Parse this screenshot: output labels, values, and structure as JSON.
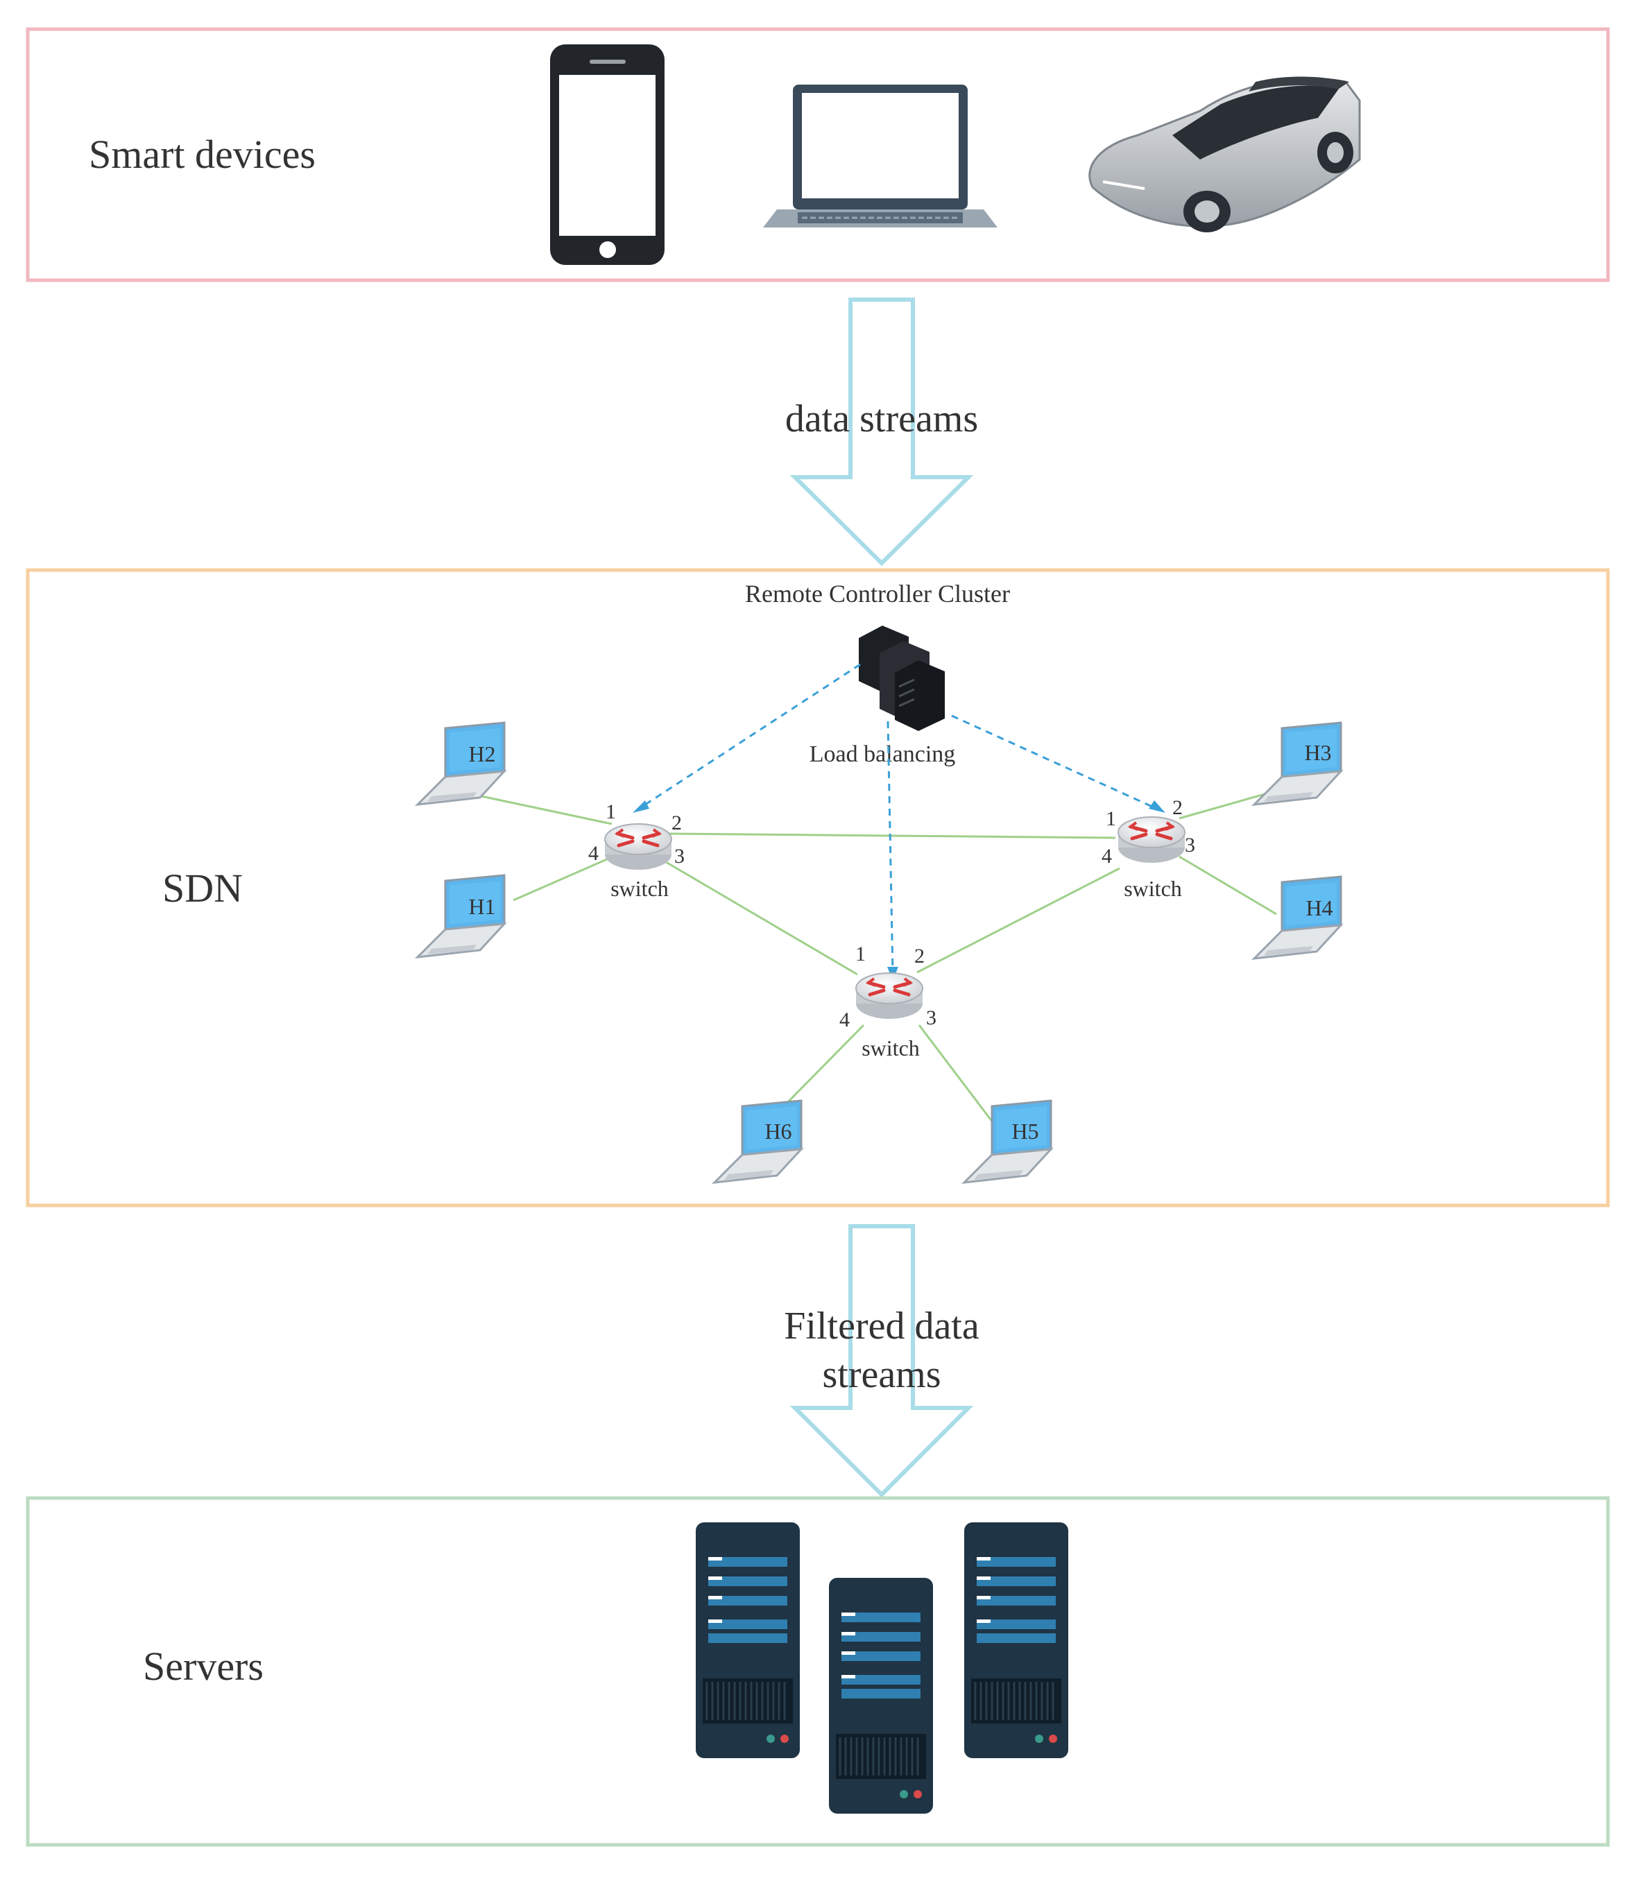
{
  "panels": {
    "smart_devices": {
      "label": "Smart devices",
      "border_color": "#f2b8c2"
    },
    "sdn": {
      "label": "SDN",
      "border_color": "#f7cfa0"
    },
    "servers": {
      "label": "Servers",
      "border_color": "#bcdcc2"
    }
  },
  "arrows": {
    "top": {
      "label": "data streams"
    },
    "bottom": {
      "label_line1": "Filtered data",
      "label_line2": "streams"
    },
    "color": "#a8dce8"
  },
  "devices": [
    "smartphone-icon",
    "laptop-icon",
    "car-icon"
  ],
  "sdn": {
    "controller_label": "Remote Controller Cluster",
    "load_balancing_label": "Load balancing",
    "switch_label": "switch",
    "link_color": "#9fd08a",
    "control_link_color": "#3aa0d8",
    "switches": [
      {
        "id": "left",
        "ports": [
          "1",
          "2",
          "3",
          "4"
        ]
      },
      {
        "id": "right",
        "ports": [
          "1",
          "2",
          "3",
          "4"
        ]
      },
      {
        "id": "bottom",
        "ports": [
          "1",
          "2",
          "3",
          "4"
        ]
      }
    ],
    "hosts": [
      "H1",
      "H2",
      "H3",
      "H4",
      "H5",
      "H6"
    ]
  },
  "servers_count": 3,
  "colors": {
    "server_body": "#1f3444",
    "server_bar": "#2f7fb0",
    "host_screen": "#5bb4ec",
    "router_mark": "#d93a3a"
  }
}
